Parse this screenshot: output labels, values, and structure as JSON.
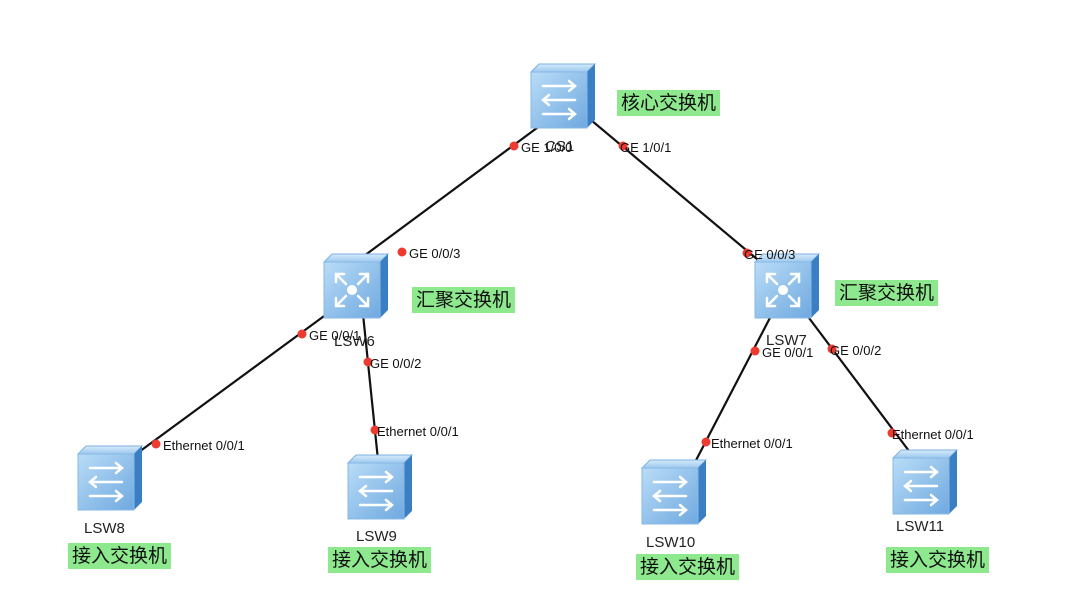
{
  "diagram": {
    "devices": [
      {
        "id": "CS1",
        "label": "CS1",
        "type": "l2-switch",
        "role": "核心交换机"
      },
      {
        "id": "LSW6",
        "label": "LSW6",
        "type": "l3-switch",
        "role": "汇聚交换机"
      },
      {
        "id": "LSW7",
        "label": "LSW7",
        "type": "l3-switch",
        "role": "汇聚交换机"
      },
      {
        "id": "LSW8",
        "label": "LSW8",
        "type": "l2-switch",
        "role": "接入交换机"
      },
      {
        "id": "LSW9",
        "label": "LSW9",
        "type": "l2-switch",
        "role": "接入交换机"
      },
      {
        "id": "LSW10",
        "label": "LSW10",
        "type": "l2-switch",
        "role": "接入交换机"
      },
      {
        "id": "LSW11",
        "label": "LSW11",
        "type": "l2-switch",
        "role": "接入交换机"
      }
    ],
    "links": [
      {
        "from": "CS1",
        "from_port": "GE 1/0/0",
        "to": "LSW6",
        "to_port": "GE 0/0/3"
      },
      {
        "from": "CS1",
        "from_port": "GE 1/0/1",
        "to": "LSW7",
        "to_port": "GE 0/0/3"
      },
      {
        "from": "LSW6",
        "from_port": "GE 0/0/1",
        "to": "LSW8",
        "to_port": "Ethernet 0/0/1"
      },
      {
        "from": "LSW6",
        "from_port": "GE 0/0/2",
        "to": "LSW9",
        "to_port": "Ethernet 0/0/1"
      },
      {
        "from": "LSW7",
        "from_port": "GE 0/0/1",
        "to": "LSW10",
        "to_port": "Ethernet 0/0/1"
      },
      {
        "from": "LSW7",
        "from_port": "GE 0/0/2",
        "to": "LSW11",
        "to_port": "Ethernet 0/0/1"
      }
    ],
    "colors": {
      "link": "#111111",
      "port_dot": "#ee3b30",
      "role_bg": "#8ee88e",
      "switch_face": "#8ec3ef",
      "switch_side": "#3a7fc4"
    }
  }
}
